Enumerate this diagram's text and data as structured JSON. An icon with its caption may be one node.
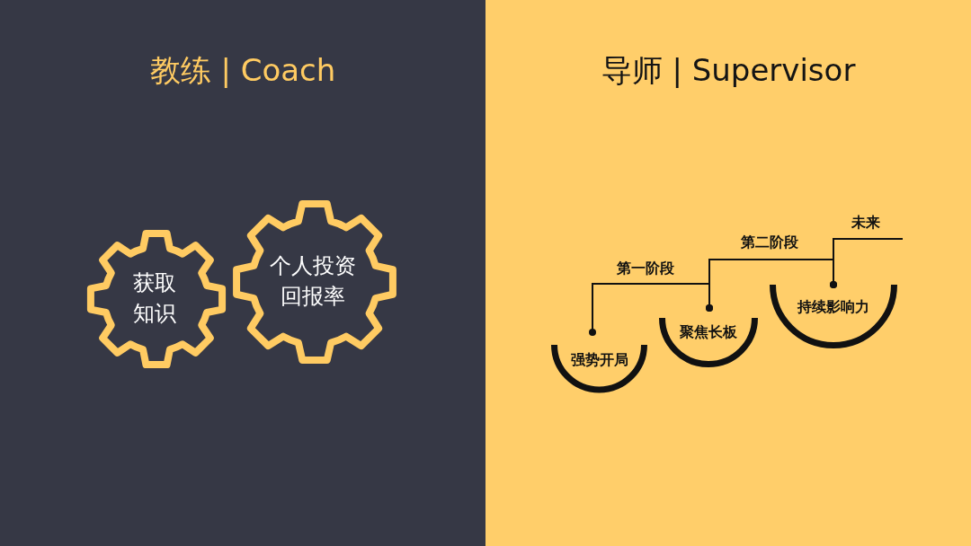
{
  "diagram": {
    "nodes": [
      {
        "text": [
          "教练 | Coach"
        ]
      },
      {
        "text": [
          "获取知识"
        ],
        "in": 0
      },
      {
        "text": [
          "个人投资回报率"
        ],
        "in": 0
      },
      {
        "text": [
          "导师 | Supervisor"
        ]
      },
      {
        "text": [
          "强势开局"
        ],
        "in": 3
      },
      {
        "text": [
          "聚焦长板"
        ],
        "in": 3
      },
      {
        "text": [
          "持续影响力"
        ],
        "in": 3
      }
    ],
    "edges": [
      {
        "from": 4,
        "to": 5,
        "arrow": "other",
        "label": "第一阶段"
      },
      {
        "from": 5,
        "to": 6,
        "arrow": "other",
        "label": "第二阶段"
      },
      {
        "from": 6,
        "to": null,
        "arrow": "other",
        "label": "未来"
      }
    ]
  }
}
